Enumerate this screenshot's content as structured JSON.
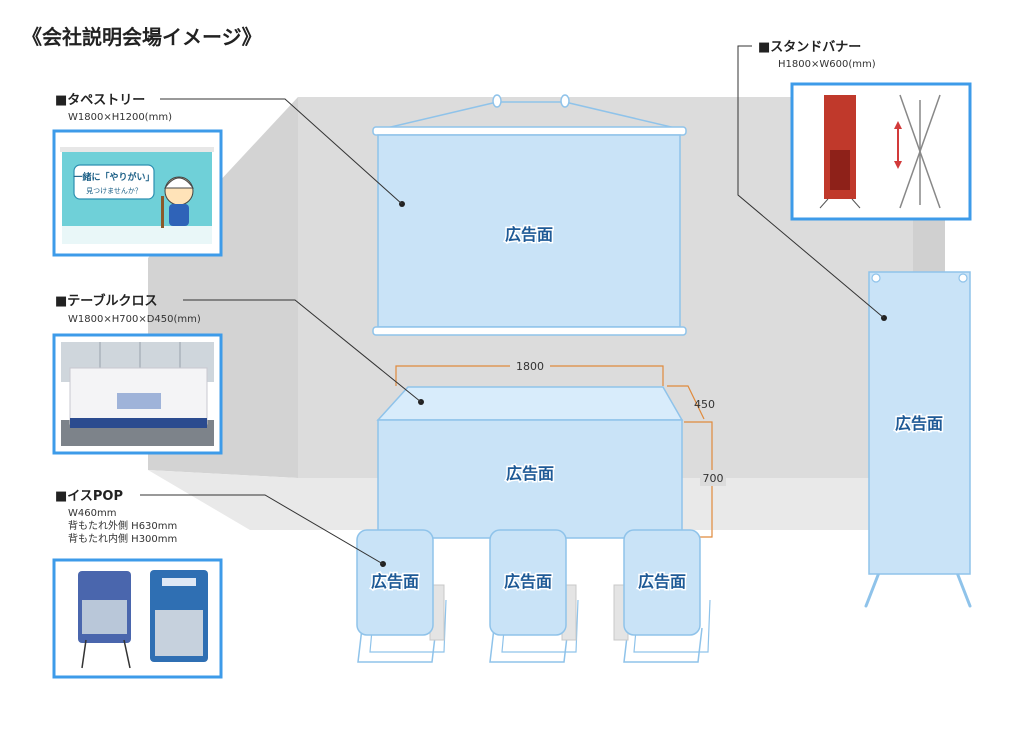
{
  "title": "《会社説明会場イメージ》",
  "ad_label": "広告面",
  "items": {
    "tapestry": {
      "label": "■タペストリー",
      "spec": "W1800×H1200(mm)"
    },
    "tablecloth": {
      "label": "■テーブルクロス",
      "spec": "W1800×H700×D450(mm)"
    },
    "chair_pop": {
      "label": "■イスPOP",
      "spec_lines": [
        "W460mm",
        "背もたれ外側 H630mm",
        "背もたれ内側 H300mm"
      ]
    },
    "stand_banner": {
      "label": "■スタンドバナー",
      "spec": "H1800×W600(mm)"
    }
  },
  "dimensions": {
    "width": "1800",
    "depth": "450",
    "height": "700"
  },
  "photos": {
    "tapestry_text": [
      "一緒に「やりがい」",
      "見つけませんか？"
    ]
  },
  "colors": {
    "wall": "#dcdcdc",
    "panel_fill": "#c9e3f7",
    "panel_stroke": "#8fc3ea",
    "photo_frame": "#3d9be9",
    "dimension": "#e08a3c",
    "ad_text": "#1e5a96"
  }
}
